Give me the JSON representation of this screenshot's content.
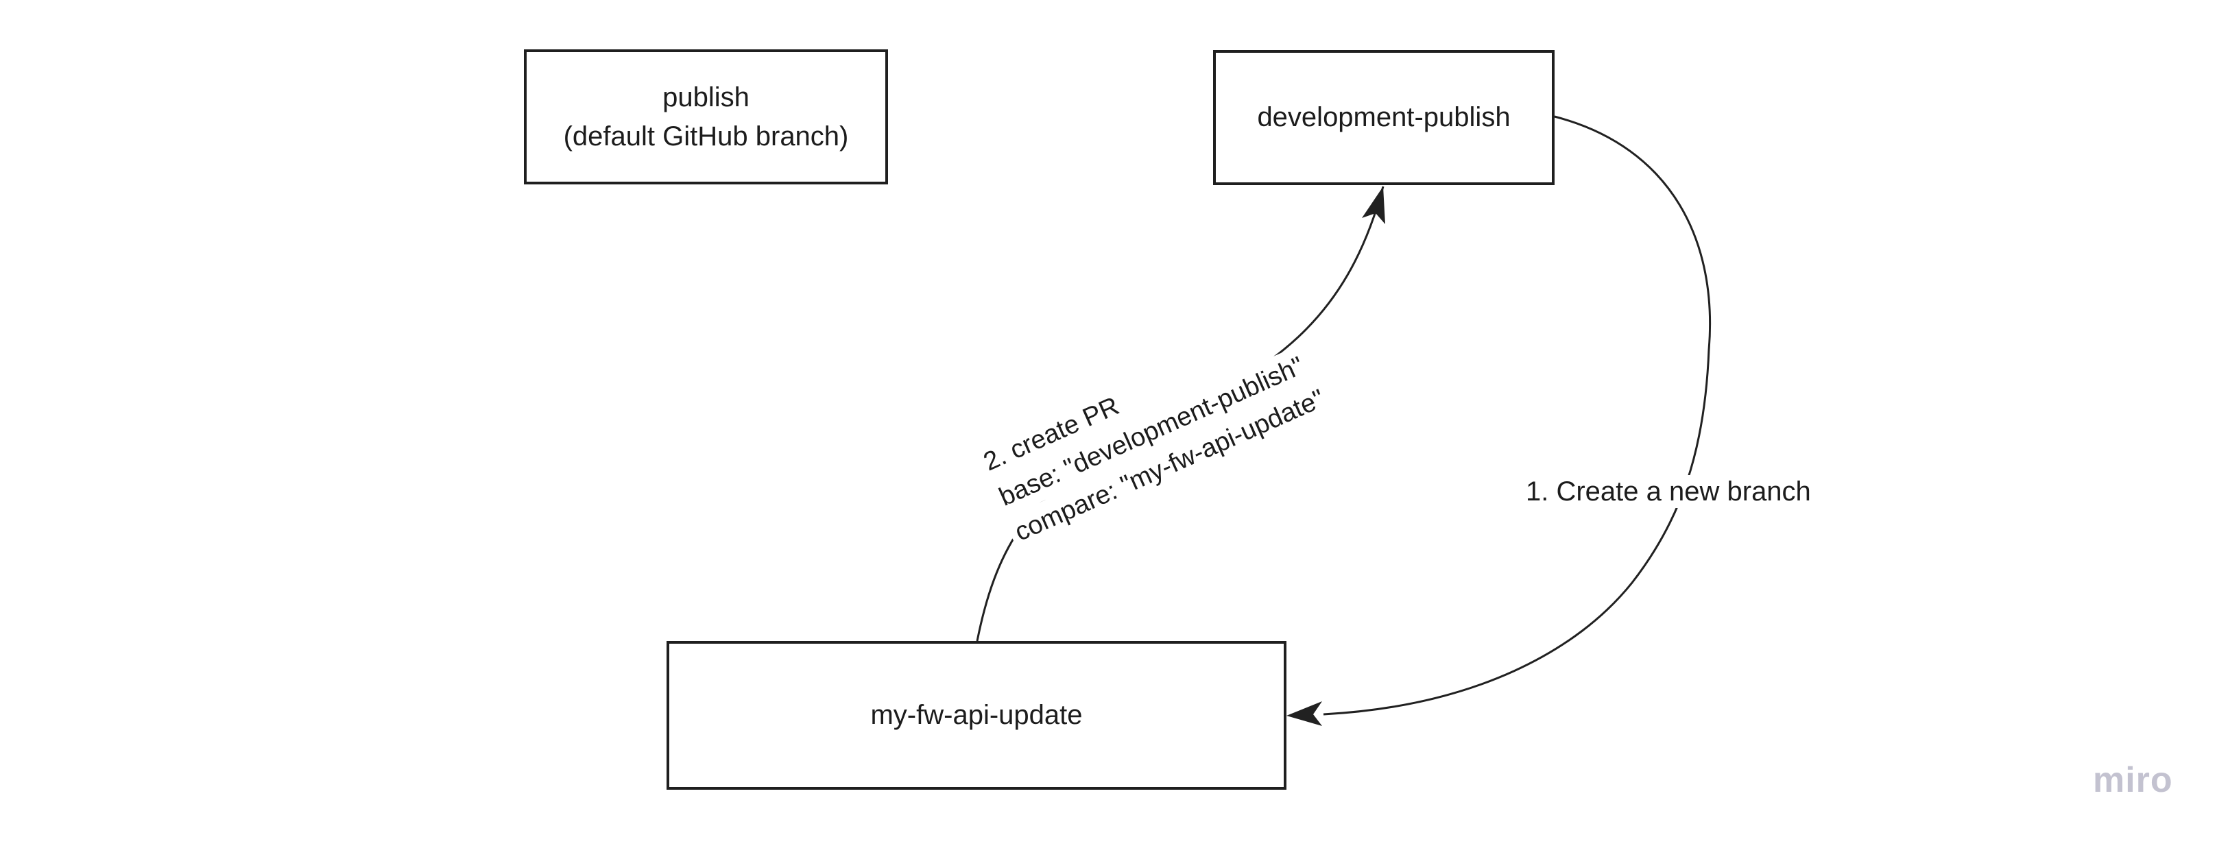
{
  "canvas": {
    "background_color": "#ffffff",
    "stroke_color": "#212121",
    "text_color": "#1c1c1c",
    "watermark_color": "#c3c2d0"
  },
  "nodes": [
    {
      "id": "publish",
      "lines": [
        "publish",
        "(default GitHub branch)"
      ]
    },
    {
      "id": "development-publish",
      "lines": [
        "development-publish"
      ]
    },
    {
      "id": "my-fw-api-update",
      "lines": [
        "my-fw-api-update"
      ]
    }
  ],
  "edges": [
    {
      "id": "create-branch",
      "from": "development-publish",
      "to": "my-fw-api-update",
      "label": "1. Create a new branch"
    },
    {
      "id": "create-pr",
      "from": "my-fw-api-update",
      "to": "development-publish",
      "label_lines": [
        "2. create PR",
        "base: \"development-publish\"",
        "compare: \"my-fw-api-update\""
      ]
    }
  ],
  "watermark": "miro"
}
